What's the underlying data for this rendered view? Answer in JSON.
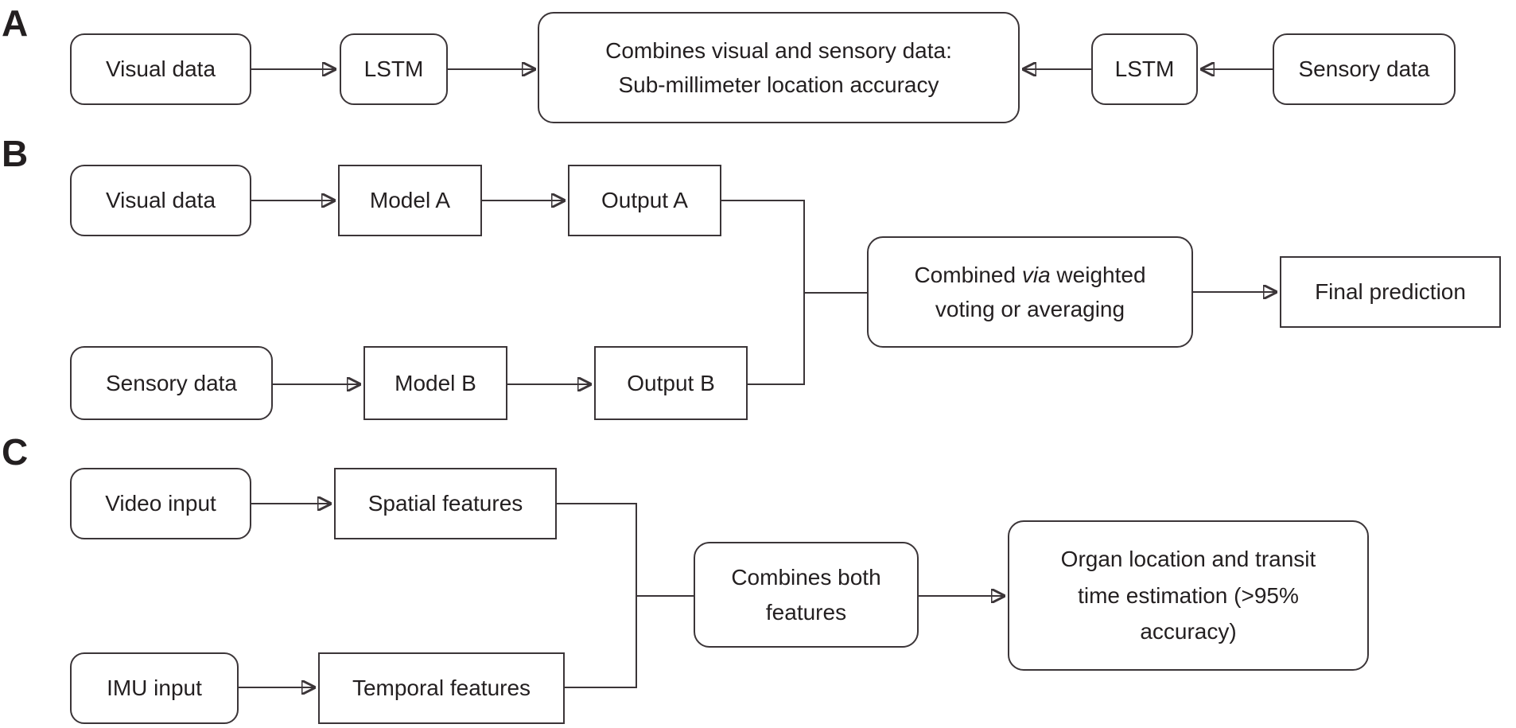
{
  "colors": {
    "line": "#3b3538",
    "text": "#231f20",
    "background": "#ffffff"
  },
  "panelA": {
    "label": "A",
    "visual_data": "Visual data",
    "lstm_left": "LSTM",
    "combines": {
      "lines": [
        "Combines visual and sensory data:",
        "Sub-millimeter location accuracy"
      ]
    },
    "lstm_right": "LSTM",
    "sensory_data": "Sensory data"
  },
  "panelB": {
    "label": "B",
    "visual_data": "Visual data",
    "model_a": "Model A",
    "output_a": "Output A",
    "sensory_data": "Sensory data",
    "model_b": "Model B",
    "output_b": "Output B",
    "combined": {
      "line1_pre": "Combined ",
      "line1_italic": "via",
      "line1_post": " weighted",
      "line2": "voting or averaging"
    },
    "final_prediction": "Final prediction"
  },
  "panelC": {
    "label": "C",
    "video_input": "Video input",
    "spatial_features": "Spatial features",
    "imu_input": "IMU input",
    "temporal_features": "Temporal features",
    "combines": {
      "lines": [
        "Combines both",
        "features"
      ]
    },
    "organ": {
      "lines": [
        "Organ location and transit",
        "time estimation (>95%",
        "accuracy)"
      ]
    }
  }
}
